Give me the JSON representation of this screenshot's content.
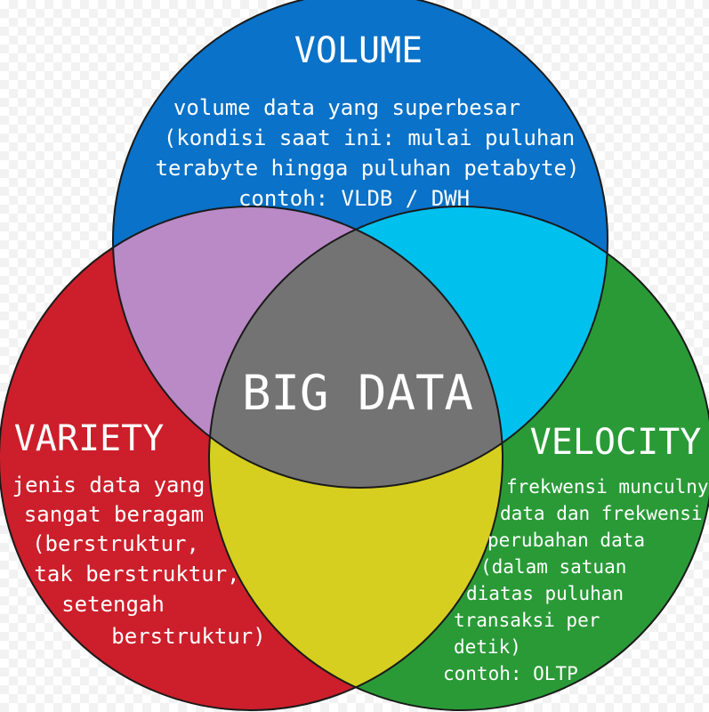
{
  "center_label": "BIG DATA",
  "colors": {
    "volume": "#0a72c8",
    "variety": "#cc1f2b",
    "velocity": "#2a9a37",
    "volume_variety": "#b98ac6",
    "volume_velocity": "#00c0ee",
    "variety_velocity": "#d6cf1f",
    "center": "#737373",
    "outline": "#1a1a1a"
  },
  "volume": {
    "title": "VOLUME",
    "lines": [
      "volume data yang superbesar",
      "(kondisi saat ini: mulai puluhan",
      "terabyte hingga puluhan petabyte)",
      "contoh: VLDB / DWH"
    ]
  },
  "variety": {
    "title": "VARIETY",
    "lines": [
      "jenis data yang",
      "sangat beragam",
      "(berstruktur,",
      "tak berstruktur,",
      "setengah",
      "berstruktur)"
    ]
  },
  "velocity": {
    "title": "VELOCITY",
    "lines": [
      "frekwensi munculnya",
      "data dan frekwensi",
      "perubahan data",
      "(dalam satuan",
      "diatas puluhan",
      "transaksi per",
      "detik)",
      "contoh: OLTP"
    ]
  }
}
